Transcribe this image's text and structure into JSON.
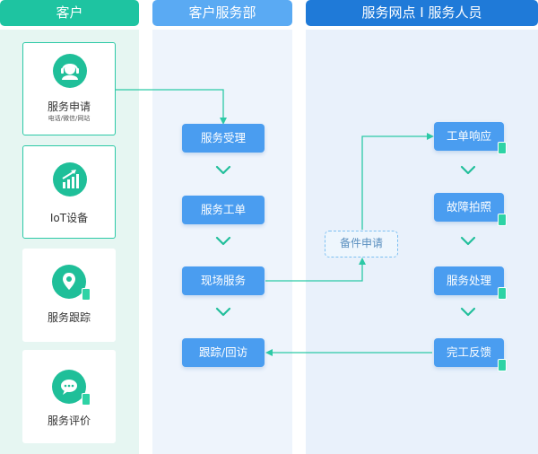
{
  "columns": {
    "customer": "客户",
    "service_dept": "客户服务部",
    "outlet_staff": "服务网点 I 服务人员"
  },
  "customer_cards": [
    {
      "label": "服务申请",
      "sub": "电话/微信/网站",
      "icon": "headset-agent-icon"
    },
    {
      "label": "IoT设备",
      "sub": "",
      "icon": "growth-chart-icon"
    },
    {
      "label": "服务跟踪",
      "sub": "",
      "icon": "location-pin-phone-icon"
    },
    {
      "label": "服务评价",
      "sub": "",
      "icon": "chat-bubble-phone-icon"
    }
  ],
  "service_dept_steps": [
    "服务受理",
    "服务工单",
    "现场服务",
    "跟踪/回访"
  ],
  "spare_parts": "备件申请",
  "outlet_steps": [
    "工单响应",
    "故障拍照",
    "服务处理",
    "完工反馈"
  ],
  "colors": {
    "header_teal": "#1ec4a1",
    "header_blue": "#5aaaf3",
    "header_dark_blue": "#1f7ad8",
    "step_blue": "#4a9df0",
    "connector": "#2cc9a6"
  }
}
